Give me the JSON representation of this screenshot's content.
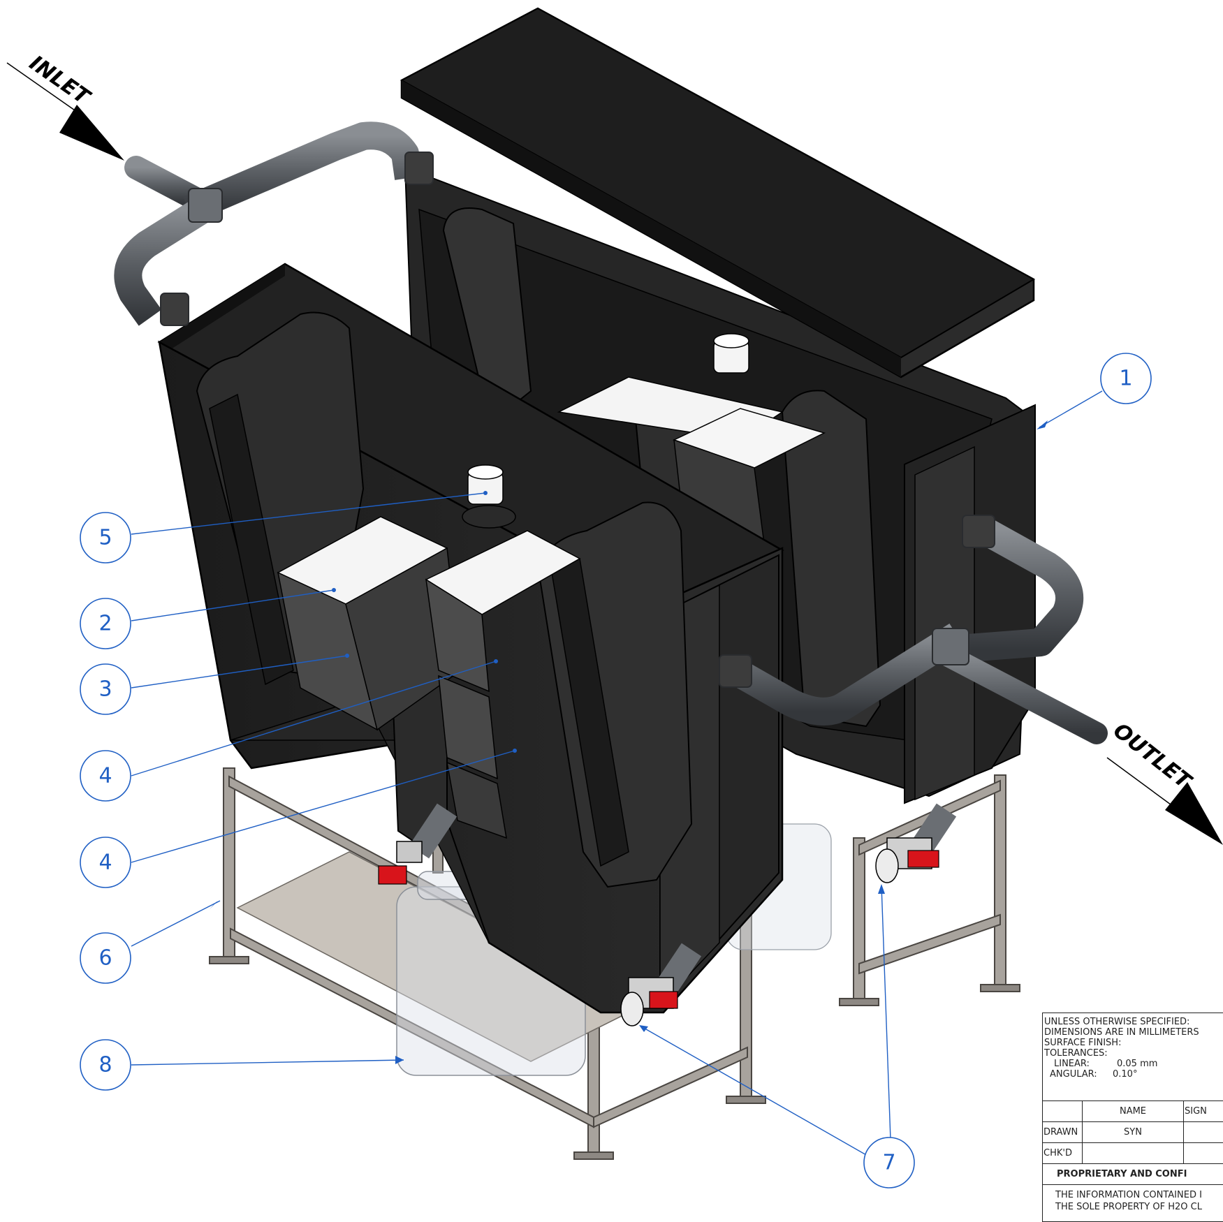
{
  "flow": {
    "inlet": "INLET",
    "outlet": "OUTLET"
  },
  "callouts": [
    "1",
    "2",
    "3",
    "4",
    "4",
    "5",
    "6",
    "7",
    "8"
  ],
  "title_block": {
    "notes": [
      "UNLESS OTHERWISE SPECIFIED:",
      "DIMENSIONS ARE IN MILLIMETERS",
      "SURFACE FINISH:",
      "TOLERANCES:"
    ],
    "linear_label": "LINEAR:",
    "linear_value": "0.05 mm",
    "angular_label": "ANGULAR:",
    "angular_value": "0.10°",
    "header_name": "NAME",
    "header_sign": "SIGN",
    "drawn_label": "DRAWN",
    "drawn_name": "SYN",
    "checked_label": "CHK'D",
    "proprietary": "PROPRIETARY AND CONFI",
    "info_line1": "THE INFORMATION CONTAINED I",
    "info_line2": "THE SOLE PROPERTY OF H2O CL"
  },
  "colors": {
    "callout": "#1f5fc4",
    "tank": "#1e1e1e",
    "pipe": "#5d6166",
    "frame": "#9a9590",
    "valve_handle": "#d8141b"
  }
}
